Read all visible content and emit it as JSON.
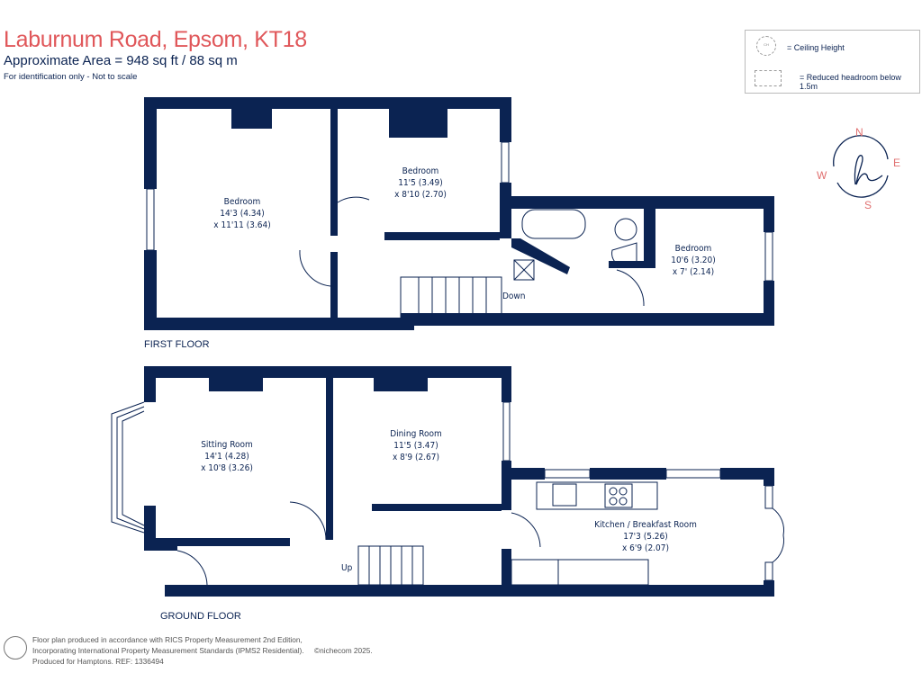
{
  "header": {
    "title": "Laburnum Road, Epsom, KT18",
    "area": "Approximate Area = 948 sq ft / 88 sq m",
    "note": "For identification only - Not to scale"
  },
  "legend": {
    "ceiling_symbol": "CH",
    "ceiling_label": "= Ceiling Height",
    "headroom_label": "= Reduced headroom below 1.5m"
  },
  "compass": {
    "n": "N",
    "e": "E",
    "s": "S",
    "w": "W"
  },
  "first_floor": {
    "label": "FIRST FLOOR",
    "rooms": [
      {
        "name": "Bedroom",
        "dim1": "14'3 (4.34)",
        "dim2": "x 11'11 (3.64)"
      },
      {
        "name": "Bedroom",
        "dim1": "11'5 (3.49)",
        "dim2": "x 8'10 (2.70)"
      },
      {
        "name": "Bedroom",
        "dim1": "10'6 (3.20)",
        "dim2": "x 7' (2.14)"
      }
    ],
    "stairs_label": "Down"
  },
  "ground_floor": {
    "label": "GROUND FLOOR",
    "rooms": [
      {
        "name": "Sitting Room",
        "dim1": "14'1 (4.28)",
        "dim2": "x 10'8 (3.26)"
      },
      {
        "name": "Dining Room",
        "dim1": "11'5 (3.47)",
        "dim2": "x 8'9 (2.67)"
      },
      {
        "name": "Kitchen / Breakfast Room",
        "dim1": "17'3 (5.26)",
        "dim2": "x 6'9 (2.07)"
      }
    ],
    "stairs_label": "Up"
  },
  "footer": {
    "line1": "Floor plan produced in accordance with RICS Property Measurement 2nd Edition,",
    "line2": "Incorporating International Property Measurement Standards (IPMS2 Residential).",
    "line3": "Produced for Hamptons.  REF: 1336494",
    "copyright": "©nichecom 2025."
  },
  "colors": {
    "wall": "#0b2352",
    "title": "#e0575a",
    "compass_letters": "#e07070"
  }
}
